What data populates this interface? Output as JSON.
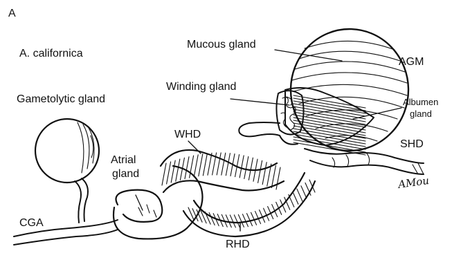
{
  "figure": {
    "panel_letter": "A",
    "species": "A. californica",
    "signature": "AMou"
  },
  "labels": {
    "mucous_gland": "Mucous gland",
    "agm": "AGM",
    "winding_gland": "Winding gland",
    "albumen_gland_line1": "Albumen",
    "albumen_gland_line2": "gland",
    "gametolytic_gland": "Gametolytic gland",
    "whd": "WHD",
    "shd": "SHD",
    "atrial_gland_line1": "Atrial",
    "atrial_gland_line2": "gland",
    "cga": "CGA",
    "rhd": "RHD"
  },
  "colors": {
    "ink": "#111111",
    "background": "#ffffff"
  }
}
